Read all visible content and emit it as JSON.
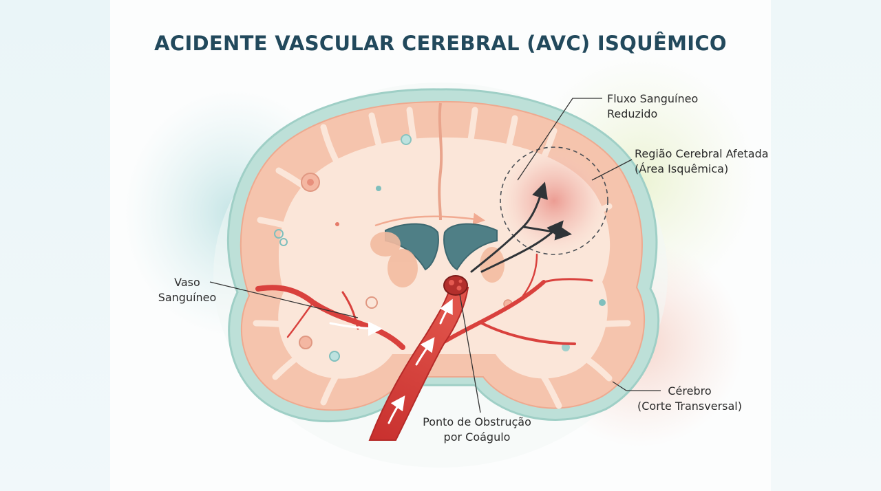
{
  "title": "ACIDENTE VASCULAR CEREBRAL (AVC) ISQUÊMICO",
  "labels": {
    "reduced_flow": {
      "line1": "Fluxo Sanguíneo",
      "line2": "Reduzido"
    },
    "affected_region": {
      "line1": "Região Cerebral Afetada",
      "line2": "(Área Isquêmica)"
    },
    "blood_vessel": {
      "line1": "Vaso",
      "line2": "Sanguíneo"
    },
    "obstruction_point": {
      "line1": "Ponto de Obstrução",
      "line2": "por Coágulo"
    },
    "brain": {
      "line1": "Cérebro",
      "line2": "(Corte Transversal)"
    }
  },
  "colors": {
    "title": "#22495c",
    "brain_tissue": "#f6c9b5",
    "white_matter": "#fbe8dd",
    "outline_halo": "#a8d6cf",
    "vessel": "#d9413d",
    "ventricle": "#4f7f86",
    "ischemic_glow": "#f2b3ab"
  }
}
